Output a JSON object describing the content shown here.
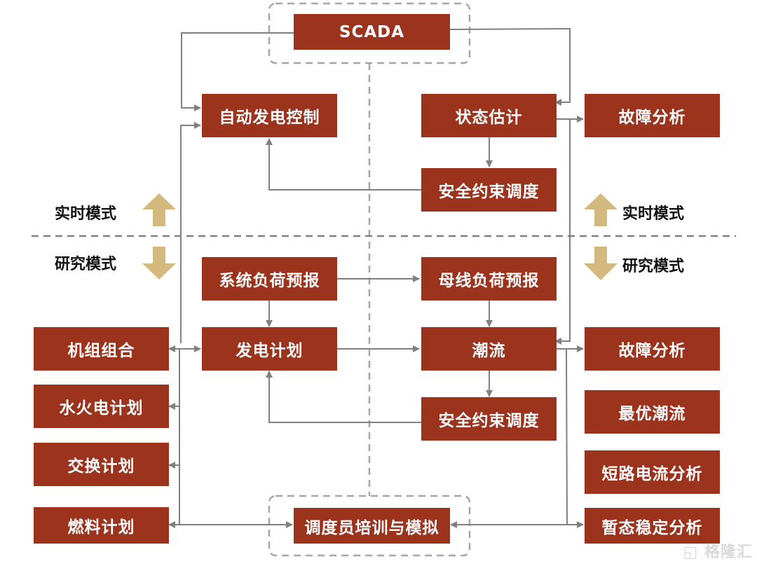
{
  "diagram": {
    "colors": {
      "box": "#9b331d",
      "line": "#808080",
      "dash": "#a6a6a6",
      "mode_arrow": "#d4b97f"
    },
    "top_module": "SCADA",
    "bottom_module": "调度员培训与模拟",
    "realtime": {
      "agc": "自动发电控制",
      "state_estimation": "状态估计",
      "security_dispatch": "安全约束调度",
      "fault_analysis": "故障分析"
    },
    "study": {
      "system_load_forecast": "系统负荷预报",
      "bus_load_forecast": "母线负荷预报",
      "generation_plan": "发电计划",
      "power_flow": "潮流",
      "security_dispatch": "安全约束调度",
      "fault_analysis": "故障分析",
      "optimal_power_flow": "最优潮流",
      "short_circuit": "短路电流分析",
      "transient_stability": "暂态稳定分析",
      "unit_commitment": "机组组合",
      "hydro_thermal_plan": "水火电计划",
      "exchange_plan": "交换计划",
      "fuel_plan": "燃料计划"
    },
    "mode_labels": {
      "realtime_left": "实时模式",
      "study_left": "研究模式",
      "realtime_right": "实时模式",
      "study_right": "研究模式"
    },
    "watermark": "格隆汇"
  }
}
